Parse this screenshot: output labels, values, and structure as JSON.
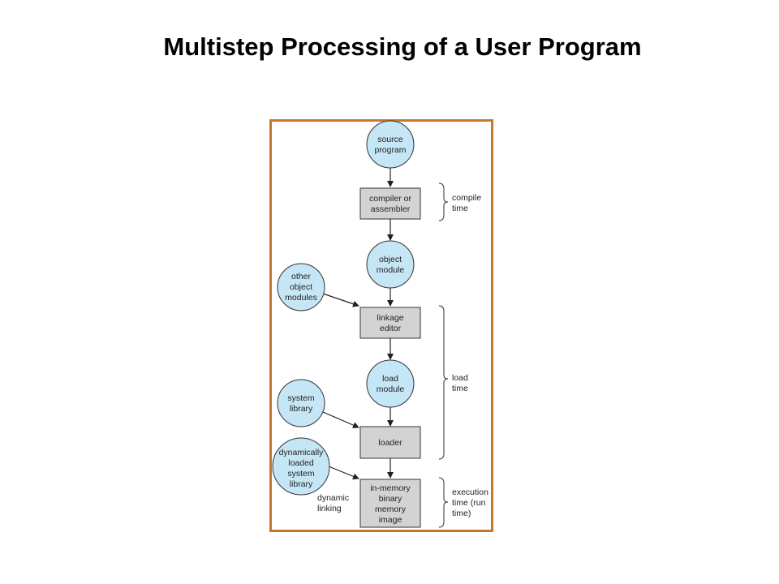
{
  "title": "Multistep Processing of a User Program",
  "colors": {
    "frame_border": "#c47a2c",
    "circle_fill": "#c5e6f5",
    "box_fill": "#d3d3d3",
    "stroke": "#333333"
  },
  "nodes": {
    "source_program": [
      "source",
      "program"
    ],
    "compiler": [
      "compiler or",
      "assembler"
    ],
    "object_module": [
      "object",
      "module"
    ],
    "other_object_modules": [
      "other",
      "object",
      "modules"
    ],
    "linkage_editor": [
      "linkage",
      "editor"
    ],
    "load_module": [
      "load",
      "module"
    ],
    "system_library": [
      "system",
      "library"
    ],
    "loader": [
      "loader"
    ],
    "dynamic_library": [
      "dynamically",
      "loaded",
      "system",
      "library"
    ],
    "memory_image": [
      "in-memory",
      "binary",
      "memory",
      "image"
    ]
  },
  "labels": {
    "dynamic_linking": [
      "dynamic",
      "linking"
    ]
  },
  "phases": {
    "compile": [
      "compile",
      "time"
    ],
    "load": [
      "load",
      "time"
    ],
    "execution": [
      "execution",
      "time (run",
      "time)"
    ]
  }
}
